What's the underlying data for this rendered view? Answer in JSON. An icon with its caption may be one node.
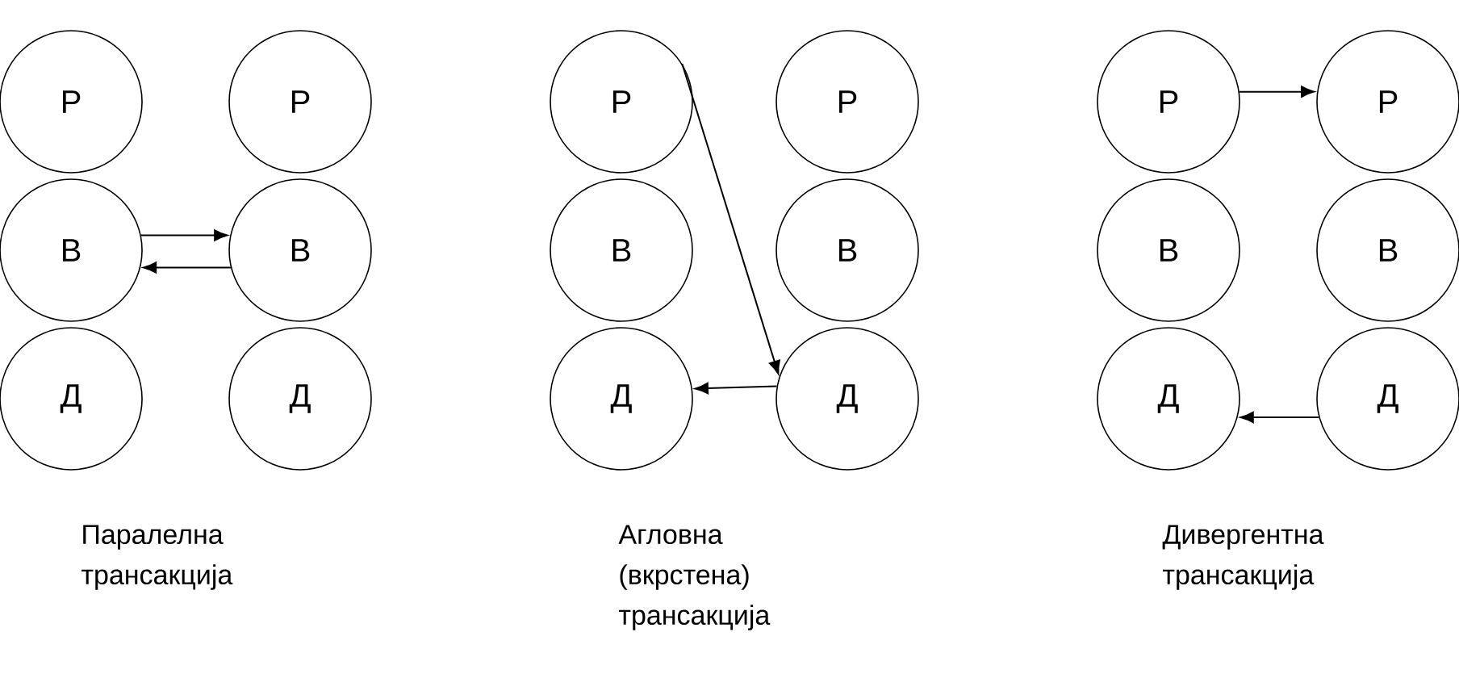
{
  "diagram": {
    "nodes": [
      {
        "text": [
          "Р"
        ]
      },
      {
        "text": [
          "Р"
        ]
      },
      {
        "text": [
          "В"
        ]
      },
      {
        "text": [
          "В"
        ]
      },
      {
        "text": [
          "Д"
        ]
      },
      {
        "text": [
          "Д"
        ]
      },
      {
        "text": [
          "Р"
        ]
      },
      {
        "text": [
          "Р"
        ]
      },
      {
        "text": [
          "В"
        ]
      },
      {
        "text": [
          "В"
        ]
      },
      {
        "text": [
          "Д"
        ]
      },
      {
        "text": [
          "Д"
        ]
      },
      {
        "text": [
          "Р"
        ]
      },
      {
        "text": [
          "Р"
        ]
      },
      {
        "text": [
          "В"
        ]
      },
      {
        "text": [
          "В"
        ]
      },
      {
        "text": [
          "Д"
        ]
      },
      {
        "text": [
          "Д"
        ]
      }
    ],
    "edges": [
      {
        "from": 2,
        "to": 3,
        "arrow": "to"
      },
      {
        "from": 3,
        "to": 2,
        "arrow": "to"
      },
      {
        "from": 6,
        "to": 11,
        "arrow": "to"
      },
      {
        "from": 11,
        "to": 10,
        "arrow": "to"
      },
      {
        "from": 12,
        "to": 13,
        "arrow": "to"
      },
      {
        "from": 17,
        "to": 16,
        "arrow": "to"
      }
    ],
    "labels": [
      "Паралелна трансакција",
      "Агловна (вкрстена) трансакција",
      "Дивергентна трансакција"
    ]
  }
}
